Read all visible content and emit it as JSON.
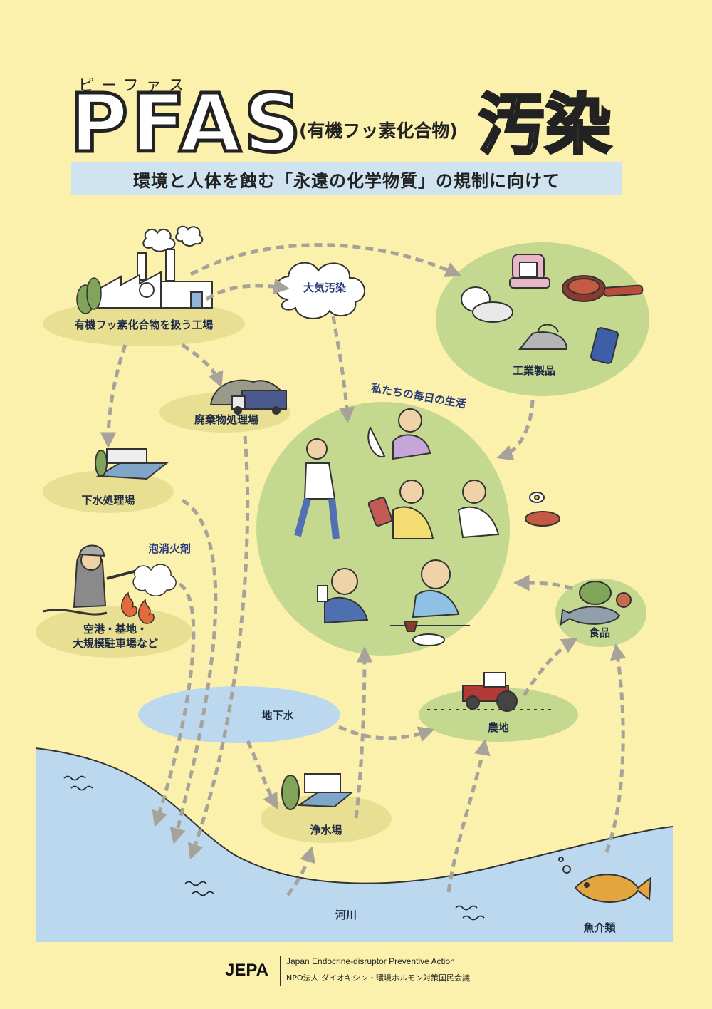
{
  "title": {
    "ruby": "ピーファス",
    "main": "PFAS",
    "paren": "(有機フッ素化合物)",
    "kanji": "汚染",
    "subtitle": "環境と人体を蝕む「永遠の化学物質」の規制に向けて"
  },
  "nodes": {
    "factory": "有機フッ素化合物を扱う工場",
    "air": "大気汚染",
    "products": "工業製品",
    "waste": "廃棄物処理場",
    "life": "私たちの毎日の生活",
    "sewage": "下水処理場",
    "foam": "泡消火剤",
    "airport_line1": "空港・基地・",
    "airport_line2": "大規模駐車場など",
    "groundwater": "地下水",
    "food": "食品",
    "farm": "農地",
    "purification": "浄水場",
    "river": "河川",
    "fish": "魚介類"
  },
  "footer": {
    "org_abbr": "JEPA",
    "org_en": "Japan Endocrine-disruptor Preventive Action",
    "org_jp": "NPO法人 ダイオキシン・環境ホルモン対策国民会議"
  },
  "colors": {
    "background": "#fbf1ad",
    "green_zone": "#c5d890",
    "tan_zone": "#e8df93",
    "water": "#bcd8ee",
    "arrow": "#a7a39a",
    "subtitle_band": "#cfe3f0"
  }
}
